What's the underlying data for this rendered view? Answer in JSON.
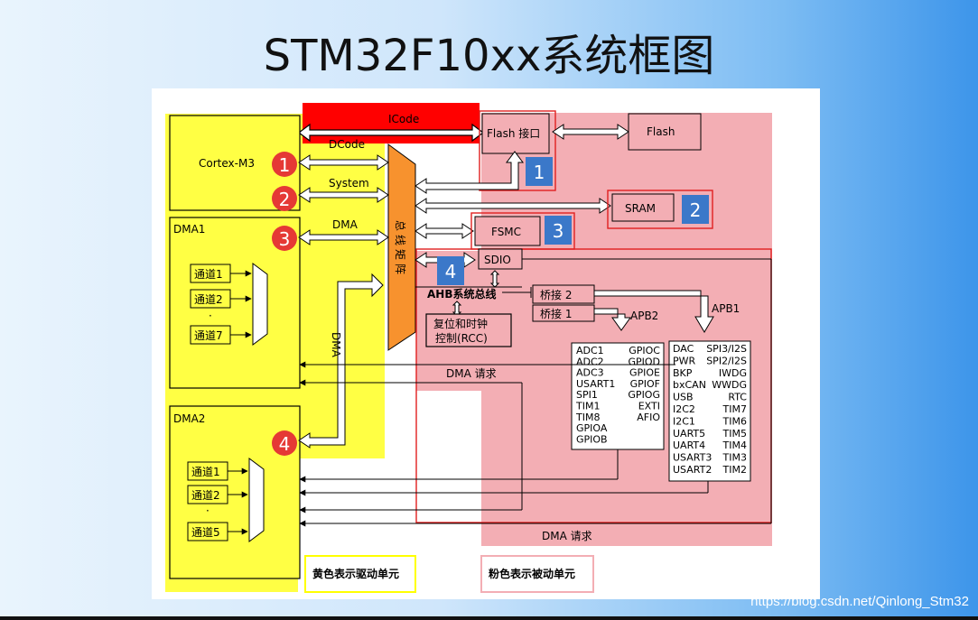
{
  "title": "STM32F10xx系统框图",
  "watermark": "https://blog.csdn.net/Qinlong_Stm32",
  "colors": {
    "driving": "#ffff44",
    "passive": "#f3aeb4",
    "bus_matrix": "#f7922e",
    "icode_bar": "#ff0000",
    "badge_red": "#e53935",
    "badge_blue": "#3b78c9"
  },
  "diagram": {
    "cortex_m3": "Cortex-M3",
    "dma1": "DMA1",
    "dma2": "DMA2",
    "dma1_channels": [
      "通道1",
      "通道2",
      "通道7"
    ],
    "dma2_channels": [
      "通道1",
      "通道2",
      "通道5"
    ],
    "ellipsis": "·",
    "buses": {
      "icode": "ICode",
      "dcode": "DCode",
      "system": "System",
      "dma": "DMA",
      "dma_vertical": "DMA"
    },
    "bus_matrix": "总线矩阵",
    "flash_interface": "Flash 接口",
    "flash": "Flash",
    "sram": "SRAM",
    "fsmc": "FSMC",
    "sdio": "SDIO",
    "ahb_bus": "AHB系统总线",
    "bridge2": "桥接 2",
    "bridge1": "桥接 1",
    "rcc_line1": "复位和时钟",
    "rcc_line2": "控制(RCC)",
    "apb2": "APB2",
    "apb1": "APB1",
    "apb2_left": [
      "ADC1",
      "ADC2",
      "ADC3",
      "USART1",
      "SPI1",
      "TIM1",
      "TIM8",
      "GPIOA",
      "GPIOB"
    ],
    "apb2_right": [
      "GPIOC",
      "GPIOD",
      "GPIOE",
      "GPIOF",
      "GPIOG",
      "EXTI",
      "AFIO"
    ],
    "apb1_left": [
      "DAC",
      "PWR",
      "BKP",
      "bxCAN",
      "USB",
      "I2C2",
      "I2C1",
      "UART5",
      "UART4",
      "USART3",
      "USART2"
    ],
    "apb1_right": [
      "SPI3/I2S",
      "SPI2/I2S",
      "IWDG",
      "WWDG",
      "RTC",
      "TIM7",
      "TIM6",
      "TIM5",
      "TIM4",
      "TIM3",
      "TIM2"
    ],
    "dma_request_upper": "DMA 请求",
    "dma_request_lower": "DMA 请求",
    "legend_yellow": "黄色表示驱动单元",
    "legend_pink": "粉色表示被动单元",
    "red_badges": [
      "1",
      "2",
      "3",
      "4"
    ],
    "blue_badges": [
      "1",
      "2",
      "3",
      "4"
    ]
  }
}
